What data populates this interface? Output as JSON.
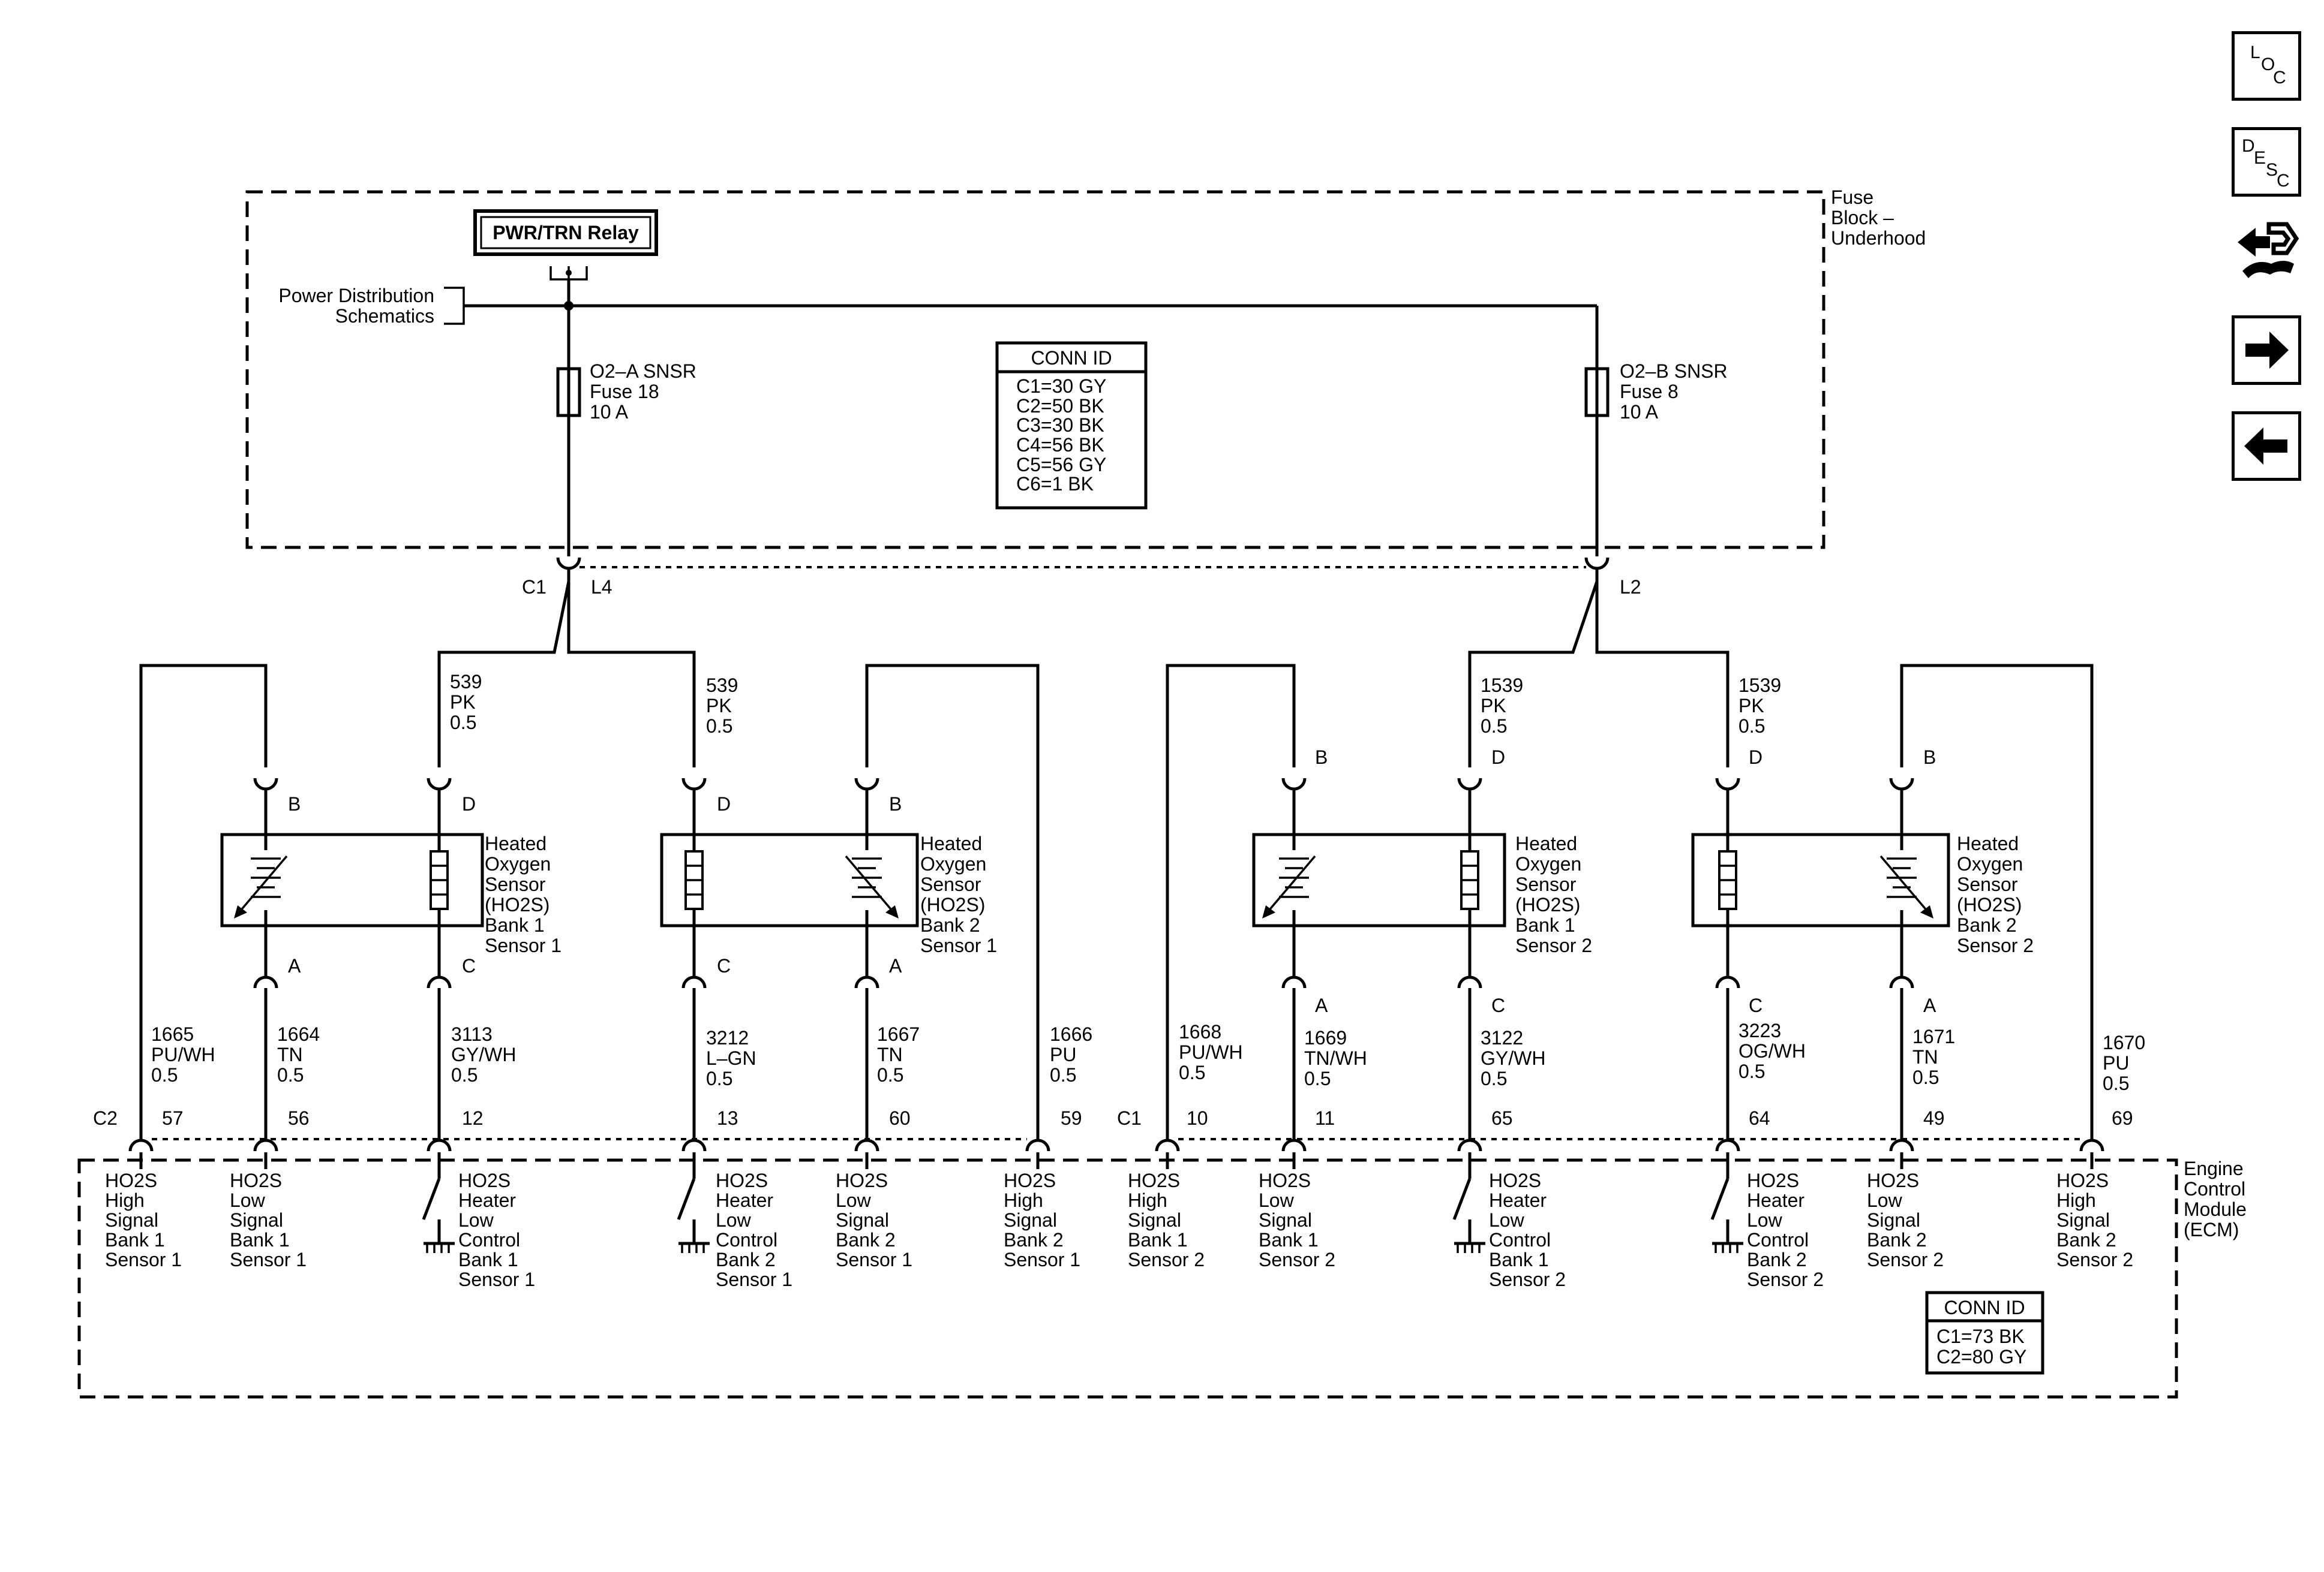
{
  "fuse_block": {
    "label_lines": [
      "Fuse",
      "Block –",
      "Underhood"
    ],
    "relay": "PWR/TRN Relay",
    "power_dist": [
      "Power Distribution",
      "Schematics"
    ],
    "fuse_a": [
      "O2–A SNSR",
      "Fuse 18",
      "10 A"
    ],
    "fuse_b": [
      "O2–B SNSR",
      "Fuse 8",
      "10 A"
    ],
    "conn_id_title": "CONN ID",
    "conn_id": [
      "C1=30 GY",
      "C2=50 BK",
      "C3=30 BK",
      "C4=56 BK",
      "C5=56 GY",
      "C6=1 BK"
    ]
  },
  "connectors": {
    "c1": "C1",
    "l4": "L4",
    "l2": "L2",
    "ecm_c2": "C2",
    "ecm_c1": "C1"
  },
  "feed_wires": [
    [
      "539",
      "PK",
      "0.5"
    ],
    [
      "539",
      "PK",
      "0.5"
    ],
    [
      "1539",
      "PK",
      "0.5"
    ],
    [
      "1539",
      "PK",
      "0.5"
    ]
  ],
  "sensors": [
    [
      "Heated",
      "Oxygen",
      "Sensor",
      "(HO2S)",
      "Bank 1",
      "Sensor 1"
    ],
    [
      "Heated",
      "Oxygen",
      "Sensor",
      "(HO2S)",
      "Bank 2",
      "Sensor 1"
    ],
    [
      "Heated",
      "Oxygen",
      "Sensor",
      "(HO2S)",
      "Bank 1",
      "Sensor 2"
    ],
    [
      "Heated",
      "Oxygen",
      "Sensor",
      "(HO2S)",
      "Bank 2",
      "Sensor 2"
    ]
  ],
  "pins": {
    "a": "A",
    "b": "B",
    "c": "C",
    "d": "D"
  },
  "circuits": [
    [
      "1665",
      "PU/WH",
      "0.5"
    ],
    [
      "1664",
      "TN",
      "0.5"
    ],
    [
      "3113",
      "GY/WH",
      "0.5"
    ],
    [
      "3212",
      "L–GN",
      "0.5"
    ],
    [
      "1667",
      "TN",
      "0.5"
    ],
    [
      "1666",
      "PU",
      "0.5"
    ],
    [
      "1668",
      "PU/WH",
      "0.5"
    ],
    [
      "1669",
      "TN/WH",
      "0.5"
    ],
    [
      "3122",
      "GY/WH",
      "0.5"
    ],
    [
      "3223",
      "OG/WH",
      "0.5"
    ],
    [
      "1671",
      "TN",
      "0.5"
    ],
    [
      "1670",
      "PU",
      "0.5"
    ]
  ],
  "ecm_pins": [
    "57",
    "56",
    "12",
    "13",
    "60",
    "59",
    "10",
    "11",
    "65",
    "64",
    "49",
    "69"
  ],
  "ecm_functions": [
    [
      "HO2S",
      "High",
      "Signal",
      "Bank 1",
      "Sensor 1"
    ],
    [
      "HO2S",
      "Low",
      "Signal",
      "Bank 1",
      "Sensor 1"
    ],
    [
      "HO2S",
      "Heater",
      "Low",
      "Control",
      "Bank 1",
      "Sensor 1"
    ],
    [
      "HO2S",
      "Heater",
      "Low",
      "Control",
      "Bank 2",
      "Sensor 1"
    ],
    [
      "HO2S",
      "Low",
      "Signal",
      "Bank 2",
      "Sensor 1"
    ],
    [
      "HO2S",
      "High",
      "Signal",
      "Bank 2",
      "Sensor 1"
    ],
    [
      "HO2S",
      "High",
      "Signal",
      "Bank 1",
      "Sensor 2"
    ],
    [
      "HO2S",
      "Low",
      "Signal",
      "Bank 1",
      "Sensor 2"
    ],
    [
      "HO2S",
      "Heater",
      "Low",
      "Control",
      "Bank 1",
      "Sensor 2"
    ],
    [
      "HO2S",
      "Heater",
      "Low",
      "Control",
      "Bank 2",
      "Sensor 2"
    ],
    [
      "HO2S",
      "Low",
      "Signal",
      "Bank 2",
      "Sensor 2"
    ],
    [
      "HO2S",
      "High",
      "Signal",
      "Bank 2",
      "Sensor 2"
    ]
  ],
  "ecm": {
    "label_lines": [
      "Engine",
      "Control",
      "Module",
      "(ECM)"
    ],
    "conn_id_title": "CONN ID",
    "conn_id": [
      "C1=73 BK",
      "C2=80 GY"
    ]
  },
  "nav": {
    "loc": [
      "L",
      "O",
      "C"
    ],
    "desc": [
      "D",
      "E",
      "S",
      "C"
    ],
    "icons": [
      "loc-icon",
      "desc-icon",
      "connector-end-view-icon",
      "next-arrow-icon",
      "previous-arrow-icon"
    ]
  }
}
